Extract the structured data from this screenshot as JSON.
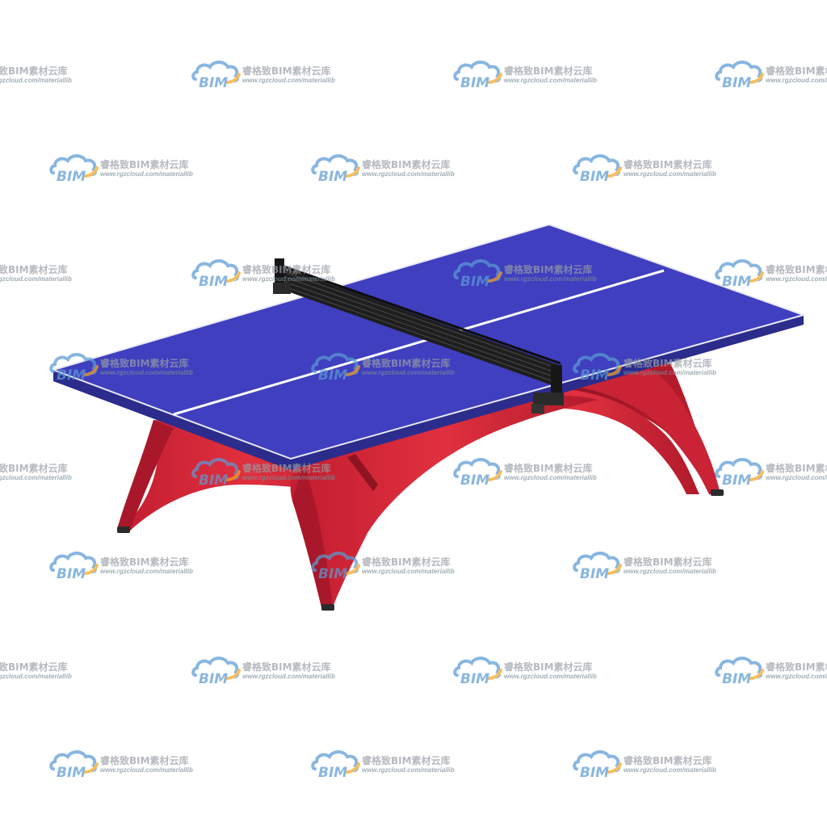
{
  "watermark": {
    "logo_text": "BIM",
    "title": "睿格致BIM素材云库",
    "url": "www.rgzcloud.com/materiallib"
  },
  "colors": {
    "background": "#ffffff",
    "tabletop": "#3f3fbf",
    "tabletop_edge": "#2c2c8c",
    "lines": "#ffffff",
    "legs": "#d9283a",
    "legs_shadow": "#9e1626",
    "net": "#1e1e1e",
    "watermark_cloud": "#5b9bd5",
    "watermark_swoosh": "#f5a623"
  },
  "icons": {
    "watermark_logo": "cloud-bim-logo-icon"
  }
}
